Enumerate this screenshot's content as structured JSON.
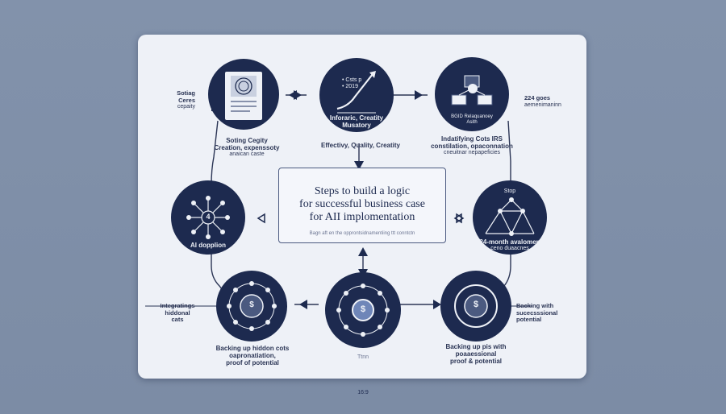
{
  "title_lines": [
    "Steps to build a logic",
    "for successful business case",
    "for AII implomentation"
  ],
  "title_sub": "Bagn aft en the opprontsidnamentiing ttt conntctn",
  "nodes": {
    "top_left": {
      "label": [
        "Soting Cegity",
        "Creation, expenssoty"
      ],
      "sub": "anaican caste",
      "side": [
        "Sotiag",
        "Ceres"
      ],
      "side_sub": "cepaity"
    },
    "top_mid": {
      "inner_lines": [
        "• Csts p",
        "• 2019"
      ],
      "label": [
        "Inforaric, Creatity",
        "Musatory"
      ],
      "sub_label": "Effectivy, Quality, Creatity"
    },
    "top_right": {
      "inner_label": "BGID Relaquanoey",
      "inner_sub": "Asith",
      "label": [
        "Indatifying Cots IRS",
        "constilation, opaconnation"
      ],
      "sub": "cneuitnar nepapeficies",
      "side": "224 goes",
      "side_sub": "aemenimaninn"
    },
    "mid_left": {
      "badge": "4",
      "label": "AI dopplion"
    },
    "mid_right": {
      "top_label": "Stop",
      "label": "24-month avalomen",
      "sub": "ceno duaacnes"
    },
    "bot_left": {
      "label": [
        "Backing up hiddon cots",
        "oapronatiation,",
        "proof of potential"
      ],
      "side": [
        "Integratings",
        "hiddonal",
        "cats"
      ]
    },
    "bot_mid": {
      "badge": "$",
      "sub": "Ttnn"
    },
    "bot_right": {
      "label": [
        "Backing up pis with",
        "poaaessional",
        "proof & potential"
      ],
      "side": [
        "Backing with",
        "sucecsssional",
        "potential"
      ]
    }
  },
  "footer": "16:9",
  "colors": {
    "dark": "#1d2a4f",
    "mid": "#4b5a80",
    "panel": "#eef1f7",
    "bg": "#7f8fa8"
  }
}
